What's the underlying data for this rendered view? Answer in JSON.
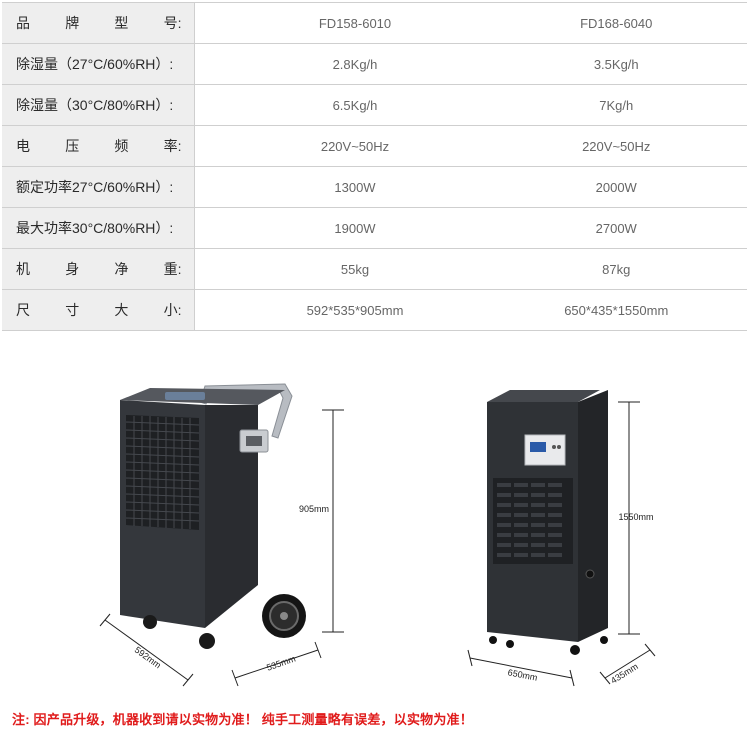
{
  "spec_table": {
    "rows": [
      {
        "label": "品牌型号:",
        "label_chars": [
          "品",
          "牌",
          "型",
          "号:"
        ],
        "spread": true,
        "values": [
          "FD158-6010",
          "FD168-6040"
        ]
      },
      {
        "label": "除湿量（27°C/60%RH）:",
        "spread": false,
        "values": [
          "2.8Kg/h",
          "3.5Kg/h"
        ]
      },
      {
        "label": "除湿量（30°C/80%RH）:",
        "spread": false,
        "values": [
          "6.5Kg/h",
          "7Kg/h"
        ]
      },
      {
        "label": "电压频率:",
        "label_chars": [
          "电",
          "压",
          "频",
          "率:"
        ],
        "spread": true,
        "values": [
          "220V~50Hz",
          "220V~50Hz"
        ]
      },
      {
        "label": "额定功率27°C/60%RH）:",
        "spread": false,
        "values": [
          "1300W",
          "2000W"
        ]
      },
      {
        "label": "最大功率30°C/80%RH）:",
        "spread": false,
        "values": [
          "1900W",
          "2700W"
        ]
      },
      {
        "label": "机身净重:",
        "label_chars": [
          "机",
          "身",
          "净",
          "重:"
        ],
        "spread": true,
        "values": [
          "55kg",
          "87kg"
        ]
      },
      {
        "label": "尺寸大小:",
        "label_chars": [
          "尺",
          "寸",
          "大",
          "小:"
        ],
        "spread": true,
        "values": [
          "592*535*905mm",
          "650*435*1550mm"
        ]
      }
    ]
  },
  "products": {
    "small": {
      "height_label": "905mm",
      "width_label": "592mm",
      "depth_label": "535mm"
    },
    "large": {
      "height_label": "1550mm",
      "width_label": "650mm",
      "depth_label": "435mm"
    }
  },
  "footnote": "注: 因产品升级，机器收到请以实物为准！ 纯手工测量略有误差，以实物为准！",
  "colors": {
    "label_bg": "#eeeeee",
    "border": "#cfcfcf",
    "footnote": "#e01b1b",
    "machine": "#3a3d42"
  }
}
